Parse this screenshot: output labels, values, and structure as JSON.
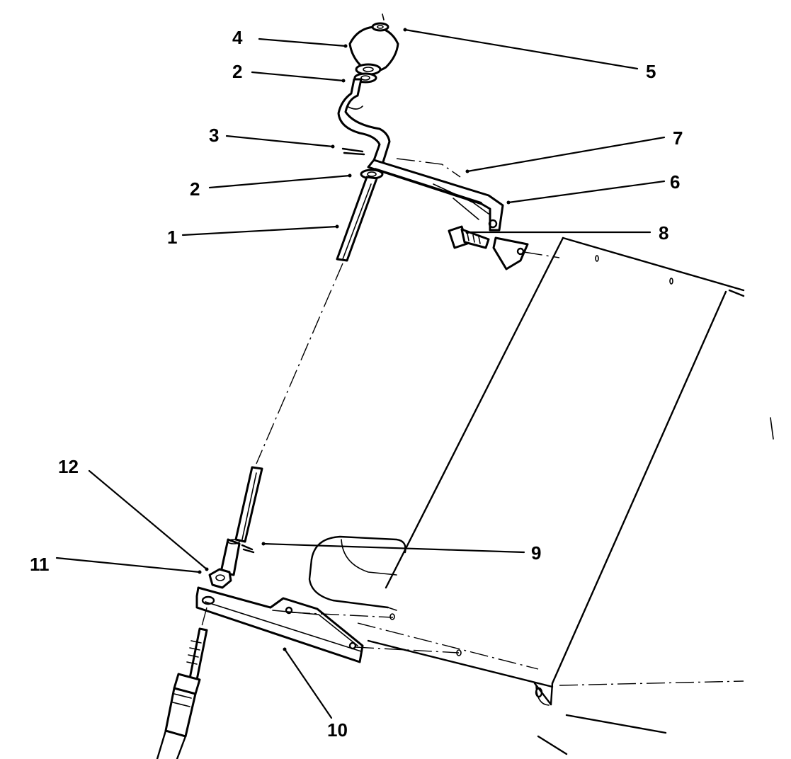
{
  "diagram": {
    "callouts": [
      {
        "id": "c4",
        "label": "4"
      },
      {
        "id": "c5",
        "label": "5"
      },
      {
        "id": "c2a",
        "label": "2"
      },
      {
        "id": "c3",
        "label": "3"
      },
      {
        "id": "c7",
        "label": "7"
      },
      {
        "id": "c2b",
        "label": "2"
      },
      {
        "id": "c6",
        "label": "6"
      },
      {
        "id": "c1",
        "label": "1"
      },
      {
        "id": "c8",
        "label": "8"
      },
      {
        "id": "c12",
        "label": "12"
      },
      {
        "id": "c11",
        "label": "11"
      },
      {
        "id": "c9",
        "label": "9"
      },
      {
        "id": "c10",
        "label": "10"
      }
    ]
  }
}
